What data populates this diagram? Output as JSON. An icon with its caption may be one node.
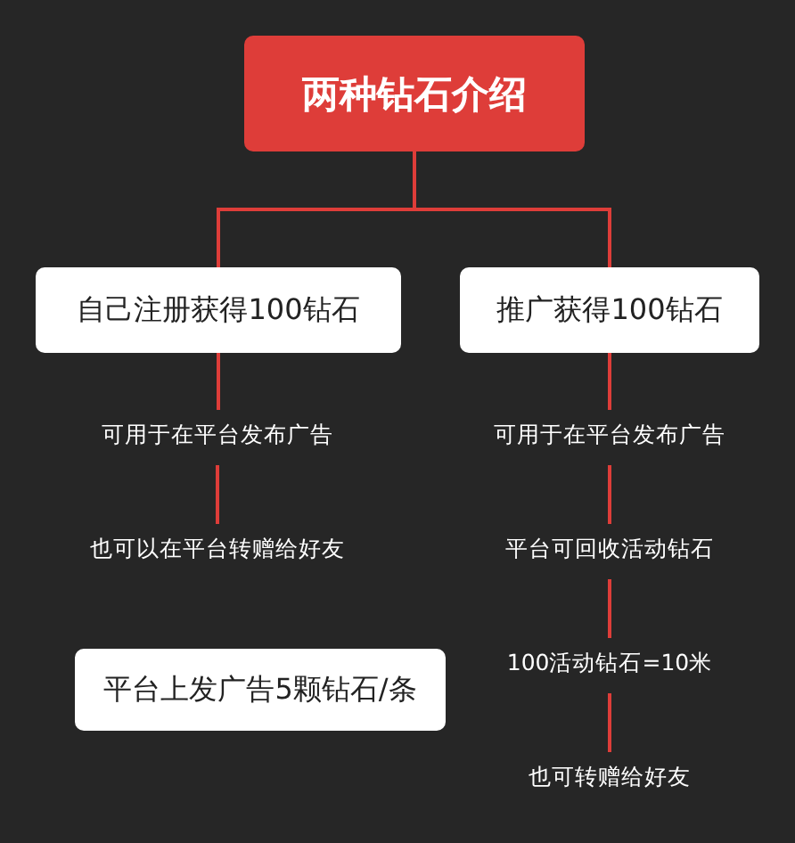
{
  "diagram": {
    "nodes": [
      {
        "text": [
          "两种钻石介绍"
        ]
      },
      {
        "text": [
          "自己注册获得100钻石"
        ]
      },
      {
        "text": [
          "推广获得100钻石"
        ]
      },
      {
        "text": [
          "可用于在平台发布广告"
        ]
      },
      {
        "text": [
          "也可以在平台转赠给好友"
        ]
      },
      {
        "text": [
          "平台上发广告5颗钻石/条"
        ]
      },
      {
        "text": [
          "可用于在平台发布广告"
        ]
      },
      {
        "text": [
          "平台可回收活动钻石"
        ]
      },
      {
        "text": [
          "100活动钻石=10米"
        ]
      },
      {
        "text": [
          "也可转赠给好友"
        ]
      }
    ],
    "edges": [
      {
        "from": 0,
        "to": 1,
        "arrow": "none"
      },
      {
        "from": 0,
        "to": 2,
        "arrow": "none"
      },
      {
        "from": 1,
        "to": 3,
        "arrow": "none"
      },
      {
        "from": 3,
        "to": 4,
        "arrow": "none"
      },
      {
        "from": 2,
        "to": 6,
        "arrow": "none"
      },
      {
        "from": 6,
        "to": 7,
        "arrow": "none"
      },
      {
        "from": 7,
        "to": 8,
        "arrow": "none"
      },
      {
        "from": 8,
        "to": 9,
        "arrow": "none"
      }
    ]
  }
}
